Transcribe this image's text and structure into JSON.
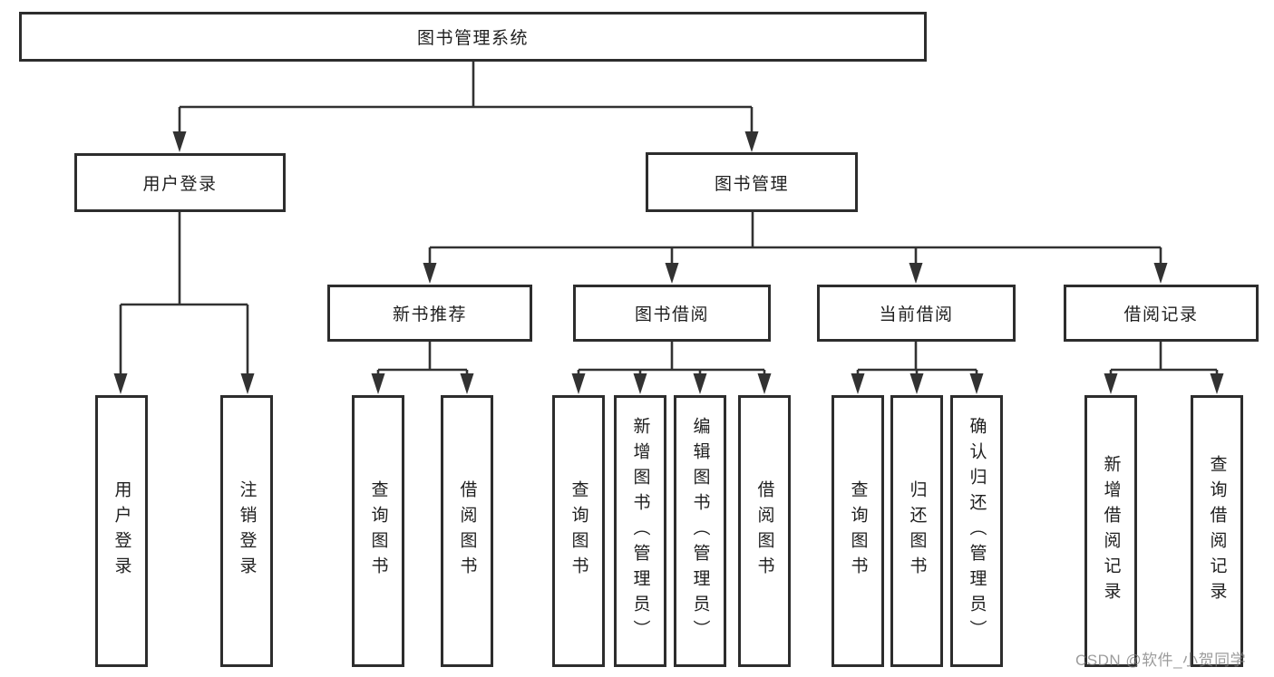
{
  "diagram": {
    "title": "图书管理系统",
    "watermark": "CSDN @软件_小贺同学",
    "colors": {
      "background": "#ffffff",
      "box_border": "#2d2d2d",
      "connector": "#323232",
      "text": "#1f1f1f",
      "watermark_text": "#808080"
    },
    "nodes": {
      "root": {
        "label": "图书管理系统"
      },
      "user_login": {
        "label": "用户登录"
      },
      "book_mgmt": {
        "label": "图书管理"
      },
      "new_book_rec": {
        "label": "新书推荐"
      },
      "book_borrow": {
        "label": "图书借阅"
      },
      "current_borrow": {
        "label": "当前借阅"
      },
      "borrow_records": {
        "label": "借阅记录"
      },
      "ul_login": {
        "label": "用户登录"
      },
      "ul_logout": {
        "label": "注销登录"
      },
      "nr_query": {
        "label": "查询图书"
      },
      "nr_borrow": {
        "label": "借阅图书"
      },
      "bb_query": {
        "label": "查询图书"
      },
      "bb_add": {
        "label": "新增图书（管理员）"
      },
      "bb_edit": {
        "label": "编辑图书（管理员）"
      },
      "bb_borrow": {
        "label": "借阅图书"
      },
      "cb_query": {
        "label": "查询图书"
      },
      "cb_return": {
        "label": "归还图书"
      },
      "cb_confirm": {
        "label": "确认归还（管理员）"
      },
      "br_add": {
        "label": "新增借阅记录"
      },
      "br_query": {
        "label": "查询借阅记录"
      }
    },
    "edges": [
      [
        "root",
        "user_login"
      ],
      [
        "root",
        "book_mgmt"
      ],
      [
        "user_login",
        "ul_login"
      ],
      [
        "user_login",
        "ul_logout"
      ],
      [
        "book_mgmt",
        "new_book_rec"
      ],
      [
        "book_mgmt",
        "book_borrow"
      ],
      [
        "book_mgmt",
        "current_borrow"
      ],
      [
        "book_mgmt",
        "borrow_records"
      ],
      [
        "new_book_rec",
        "nr_query"
      ],
      [
        "new_book_rec",
        "nr_borrow"
      ],
      [
        "book_borrow",
        "bb_query"
      ],
      [
        "book_borrow",
        "bb_add"
      ],
      [
        "book_borrow",
        "bb_edit"
      ],
      [
        "book_borrow",
        "bb_borrow"
      ],
      [
        "current_borrow",
        "cb_query"
      ],
      [
        "current_borrow",
        "cb_return"
      ],
      [
        "current_borrow",
        "cb_confirm"
      ],
      [
        "borrow_records",
        "br_add"
      ],
      [
        "borrow_records",
        "br_query"
      ]
    ]
  }
}
